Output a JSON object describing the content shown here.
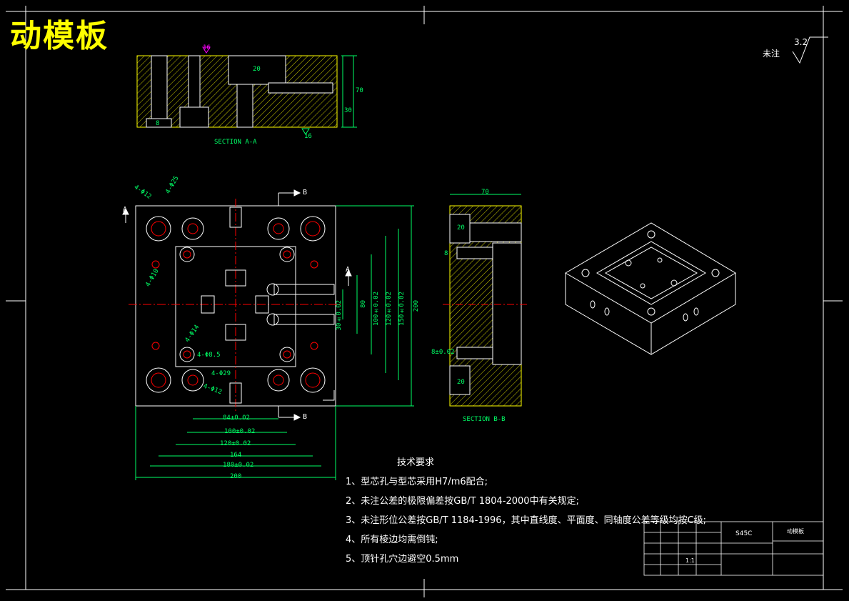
{
  "title": "动模板",
  "roughness": {
    "note": "未注",
    "value": "3.2"
  },
  "section_aa": {
    "label": "SECTION A-A",
    "dims": [
      "16",
      "16",
      "70",
      "30",
      "20",
      "8"
    ]
  },
  "section_bb": {
    "label": "SECTION B-B",
    "dims": [
      "70",
      "20",
      "8",
      "8±0.02",
      "20"
    ]
  },
  "plan": {
    "cut_a": "A",
    "cut_b": "B",
    "dims_h": [
      "84±0.02",
      "100±0.02",
      "120±0.02",
      "164",
      "180±0.02",
      "200"
    ],
    "dims_v": [
      "30±0.02",
      "80",
      "100±0.02",
      "120±0.02",
      "150±0.02",
      "200"
    ],
    "callouts": [
      "4-Φ12",
      "4-Φ25",
      "4-Φ10",
      "4-Φ14",
      "4-Φ8.5",
      "4-Φ12",
      "4-Φ29"
    ]
  },
  "notes": {
    "heading": "技术要求",
    "items": [
      "1、型芯孔与型芯采用H7/m6配合;",
      "2、未注公差的极限偏差按GB/T 1804-2000中有关规定;",
      "3、未注形位公差按GB/T 1184-1996，其中直线度、平面度、同轴度公差等级均按C级;",
      "4、所有棱边均需倒钝;",
      "5、顶针孔穴边避空0.5mm"
    ]
  },
  "title_block": {
    "material": "S45C",
    "name": "动模板",
    "scale": "1:1"
  },
  "colors": {
    "background": "#000000",
    "hatch": "#ffff00",
    "dimension": "#00ff66",
    "center": "#ff0000",
    "outline": "#ffffff"
  }
}
